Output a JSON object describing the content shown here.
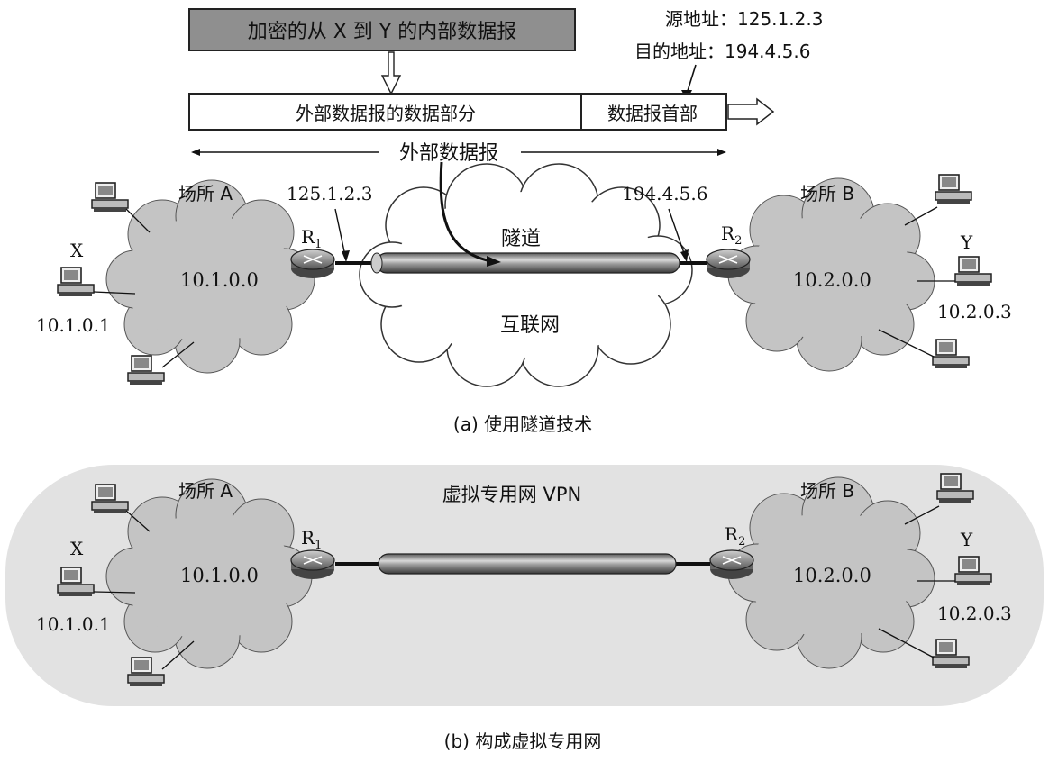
{
  "header": {
    "encrypted_datagram": "加密的从 X 到 Y 的内部数据报",
    "source_addr": "源地址：125.1.2.3",
    "dest_addr": "目的地址：194.4.5.6",
    "outer_data_part": "外部数据报的数据部分",
    "outer_header": "数据报首部",
    "outer_datagram": "外部数据报"
  },
  "diagram_a": {
    "site_a_label": "场所 A",
    "site_b_label": "场所 B",
    "site_a_net": "10.1.0.0",
    "site_b_net": "10.2.0.0",
    "router1_ip": "125.1.2.3",
    "router2_ip": "194.4.5.6",
    "router1": "R",
    "router1_sub": "1",
    "router2": "R",
    "router2_sub": "2",
    "tunnel": "隧道",
    "internet": "互联网",
    "host_x": "X",
    "host_x_ip": "10.1.0.1",
    "host_y": "Y",
    "host_y_ip": "10.2.0.3",
    "caption": "(a) 使用隧道技术"
  },
  "diagram_b": {
    "site_a_label": "场所 A",
    "site_b_label": "场所 B",
    "site_a_net": "10.1.0.0",
    "site_b_net": "10.2.0.0",
    "vpn_label": "虚拟专用网 VPN",
    "router1": "R",
    "router1_sub": "1",
    "router2": "R",
    "router2_sub": "2",
    "host_x": "X",
    "host_x_ip": "10.1.0.1",
    "host_y": "Y",
    "host_y_ip": "10.2.0.3",
    "caption": "(b) 构成虚拟专用网"
  }
}
